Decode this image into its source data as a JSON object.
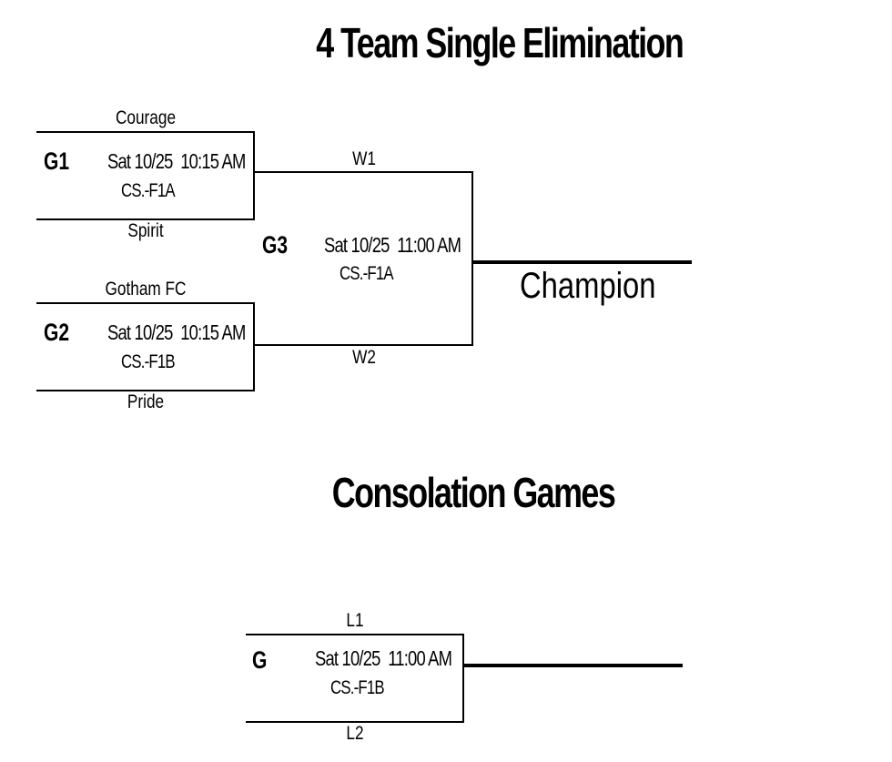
{
  "bracket": {
    "title": "4 Team Single Elimination",
    "games": [
      {
        "id": "G1",
        "when": "Sat 10/25  10:15 AM",
        "where": "CS.-F1A",
        "top_team": "Courage",
        "bottom_team": "Spirit"
      },
      {
        "id": "G2",
        "when": "Sat 10/25  10:15 AM",
        "where": "CS.-F1B",
        "top_team": "Gotham FC",
        "bottom_team": "Pride"
      },
      {
        "id": "G3",
        "when": "Sat 10/25  11:00 AM",
        "where": "CS.-F1A",
        "top_team": "W1",
        "bottom_team": "W2"
      }
    ],
    "champion_label": "Champion"
  },
  "consolation": {
    "title": "Consolation Games",
    "game": {
      "id": "G",
      "when": "Sat 10/25  11:00 AM",
      "where": "CS.-F1B",
      "top_team": "L1",
      "bottom_team": "L2"
    }
  }
}
